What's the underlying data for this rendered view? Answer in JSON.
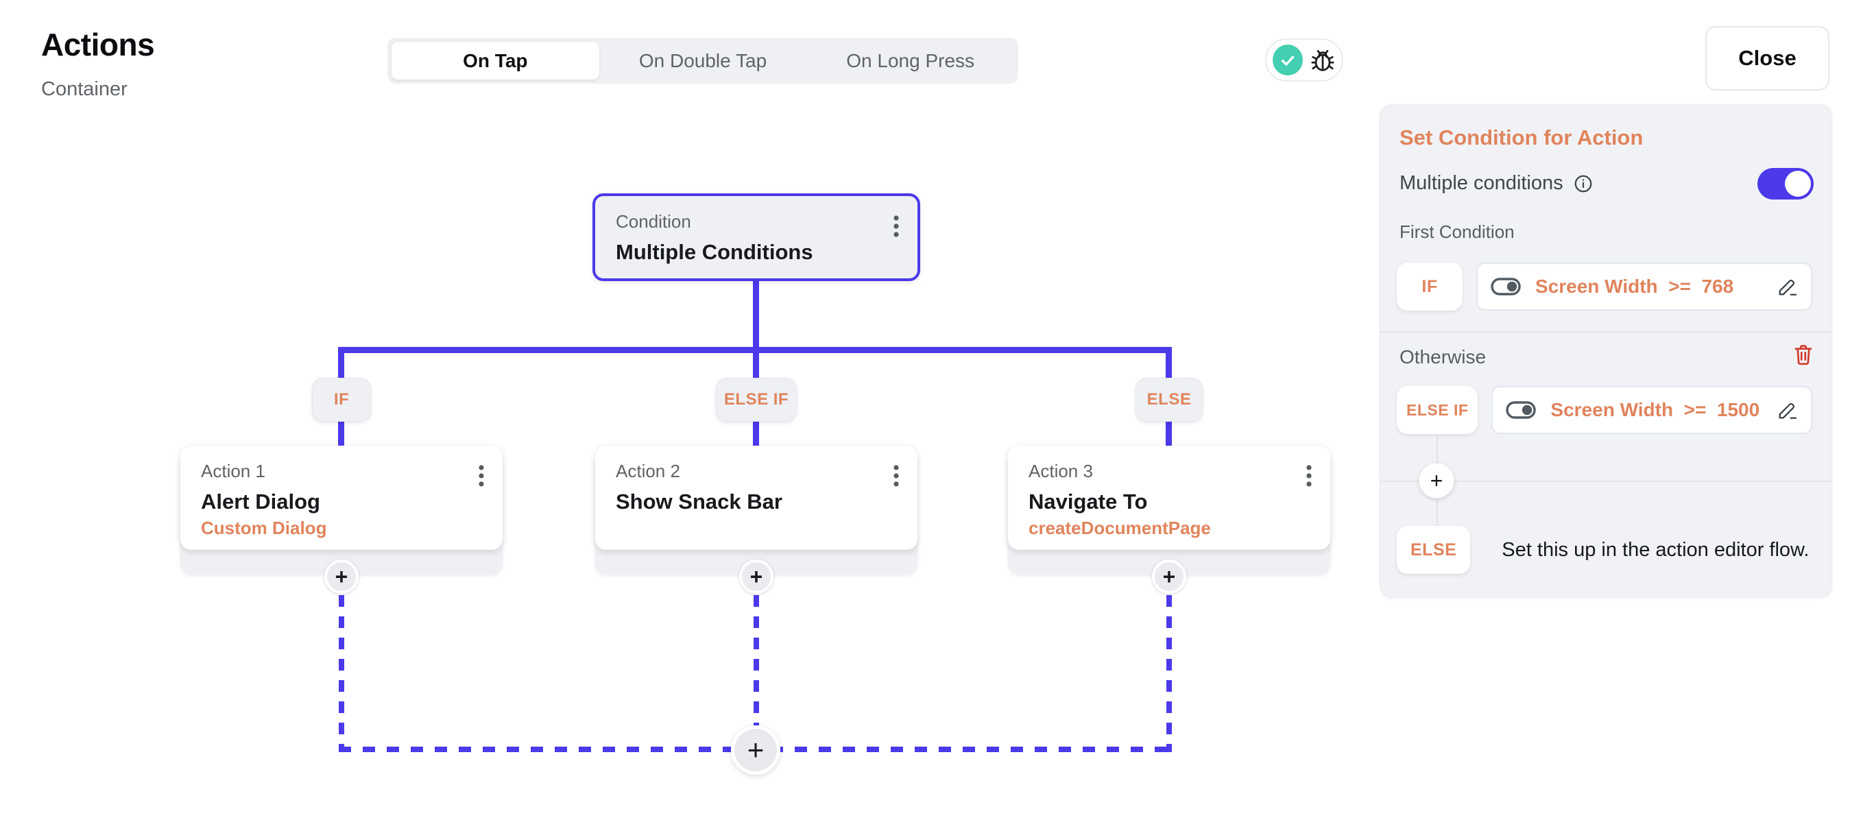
{
  "colors": {
    "indigo": "#4b39ea",
    "orange": "#e0845c",
    "teal": "#45cfb2",
    "red": "#d2382c",
    "panel_bg": "#f1f2f5",
    "node_bg": "#eef0f4"
  },
  "header": {
    "title": "Actions",
    "subtitle": "Container",
    "tabs": [
      {
        "label": "On Tap",
        "active": true
      },
      {
        "label": "On Double Tap",
        "active": false
      },
      {
        "label": "On Long Press",
        "active": false
      }
    ],
    "close_label": "Close"
  },
  "flow": {
    "condition": {
      "label": "Condition",
      "title": "Multiple Conditions"
    },
    "branches": [
      {
        "chip": "IF",
        "action_label": "Action 1",
        "action_title": "Alert Dialog",
        "action_subtitle": "Custom Dialog"
      },
      {
        "chip": "ELSE IF",
        "action_label": "Action 2",
        "action_title": "Show Snack Bar",
        "action_subtitle": ""
      },
      {
        "chip": "ELSE",
        "action_label": "Action 3",
        "action_title": "Navigate To",
        "action_subtitle": "createDocumentPage"
      }
    ]
  },
  "panel": {
    "title": "Set Condition for Action",
    "multiple_conditions_label": "Multiple conditions",
    "toggle_state": "on",
    "first_condition_label": "First Condition",
    "conditions": [
      {
        "chip": "IF",
        "value": "Screen Width  >=  768"
      },
      {
        "chip": "ELSE IF",
        "value": "Screen Width  >=  1500"
      }
    ],
    "otherwise_label": "Otherwise",
    "else_chip": "ELSE",
    "else_message": "Set this up in the action editor flow."
  },
  "icons": {
    "plus": "+"
  }
}
